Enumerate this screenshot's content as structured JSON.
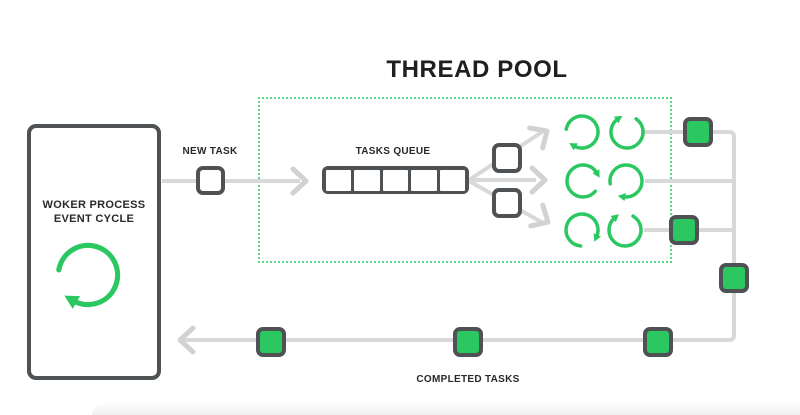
{
  "diagram": {
    "title": "THREAD POOL",
    "worker_box": {
      "line1": "WOKER PROCESS",
      "line2": "EVENT CYCLE"
    },
    "labels": {
      "new_task": "NEW TASK",
      "tasks_queue": "TASKS QUEUE",
      "completed_tasks": "COMPLETED TASKS"
    },
    "structure": {
      "queue_cell_count": 5,
      "thread_rows": 3,
      "thread_icons_per_row": 2,
      "queued_task_squares": 2,
      "completed_task_squares": 6
    },
    "colors": {
      "accent_green": "#2bc862",
      "border_dark": "#4e5254",
      "connector_gray": "#d8d8d8",
      "dotted_green": "#5cd687",
      "text_dark": "#27292a",
      "title_dark": "#1d1f20"
    }
  }
}
